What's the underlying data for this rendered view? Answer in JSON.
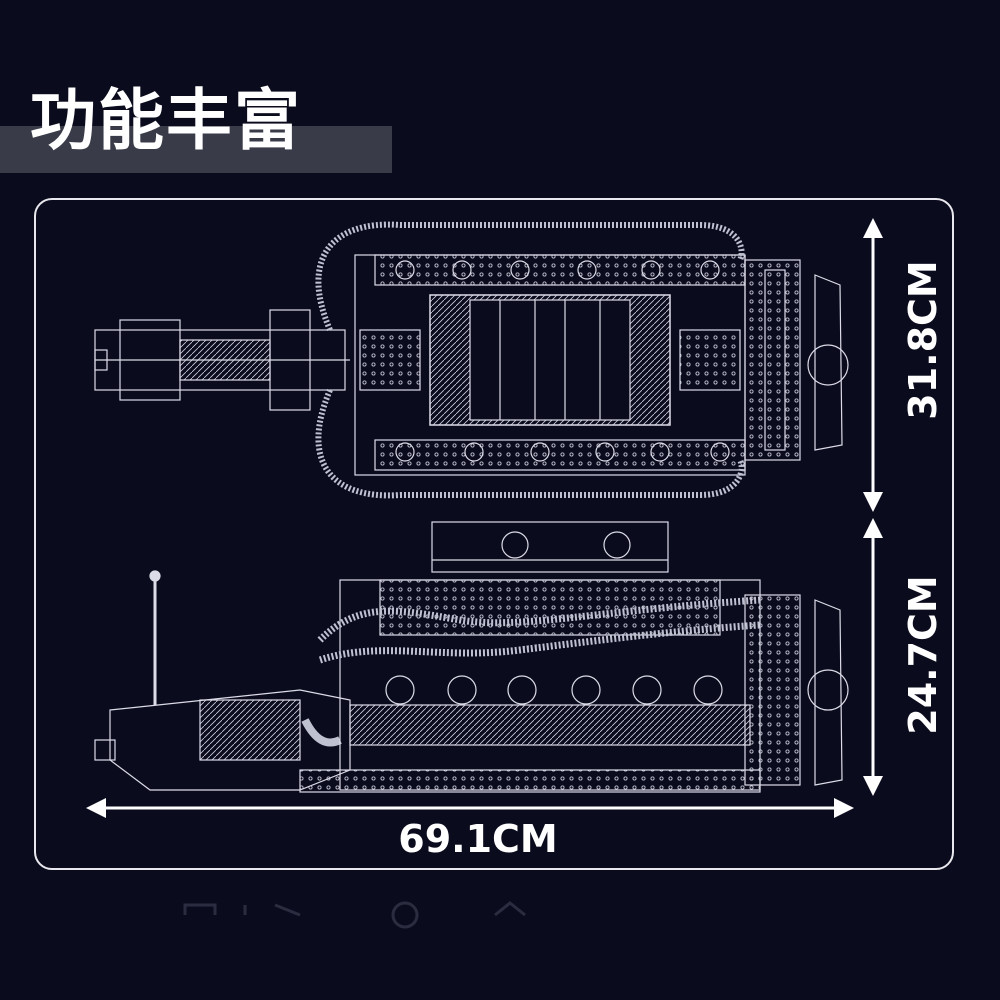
{
  "header": {
    "title": "功能丰富"
  },
  "dimensions": {
    "top_view_height": "31.8CM",
    "side_view_height": "24.7CM",
    "length": "69.1CM"
  },
  "colors": {
    "background": "#0b0b1e",
    "title_band": "#3a3b48",
    "line": "#e8e8ee"
  }
}
